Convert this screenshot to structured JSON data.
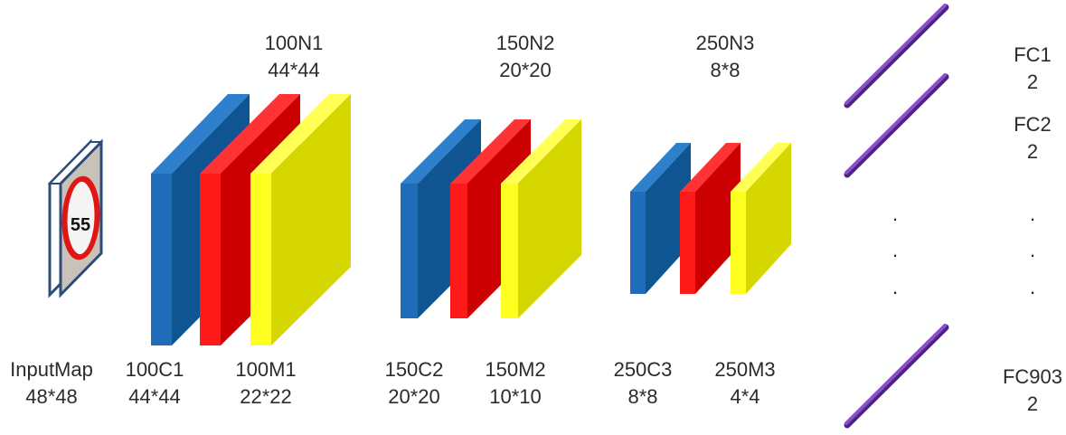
{
  "labels": {
    "input": {
      "name": "InputMap",
      "size": "48*48"
    },
    "c1": {
      "name": "100C1",
      "size": "44*44"
    },
    "m1": {
      "name": "100M1",
      "size": "22*22"
    },
    "n1": {
      "name": "100N1",
      "size": "44*44"
    },
    "c2": {
      "name": "150C2",
      "size": "20*20"
    },
    "m2": {
      "name": "150M2",
      "size": "10*10"
    },
    "n2": {
      "name": "150N2",
      "size": "20*20"
    },
    "c3": {
      "name": "250C3",
      "size": "8*8"
    },
    "m3": {
      "name": "250M3",
      "size": "4*4"
    },
    "n3": {
      "name": "250N3",
      "size": "8*8"
    },
    "fc1": {
      "name": "FC1",
      "size": "2"
    },
    "fc2": {
      "name": "FC2",
      "size": "2"
    },
    "fc903": {
      "name": "FC903",
      "size": "2"
    }
  },
  "ellipsis": ".",
  "input_sign_text": "55",
  "colors": {
    "conv": "#1F6CB8",
    "conv_side": "#0F5592",
    "norm": "#FF1A1A",
    "norm_side": "#CC0000",
    "pool": "#FFFF22",
    "pool_side": "#D6D600",
    "fc": "#7B3FB5",
    "frame": "#2E4C7A",
    "sign_ring": "#E01616"
  }
}
